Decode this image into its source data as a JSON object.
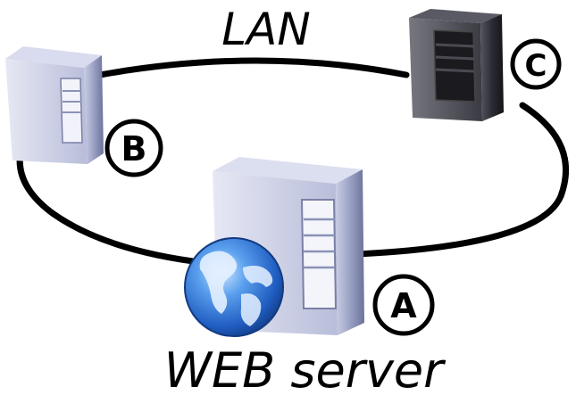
{
  "diagram": {
    "network_label": "LAN",
    "server_label": "WEB server",
    "nodes": [
      {
        "id": "A",
        "label": "A",
        "color": "#8b92b6"
      },
      {
        "id": "B",
        "label": "B",
        "color": "#8b92b6"
      },
      {
        "id": "C",
        "label": "C",
        "color": "#2b2b33"
      }
    ],
    "colors": {
      "link": "#000000",
      "globe": "#2b6fd0",
      "light_server": "#9aa1c4",
      "dark_server": "#26262c"
    },
    "icons": [
      "server-icon",
      "globe-icon"
    ]
  }
}
